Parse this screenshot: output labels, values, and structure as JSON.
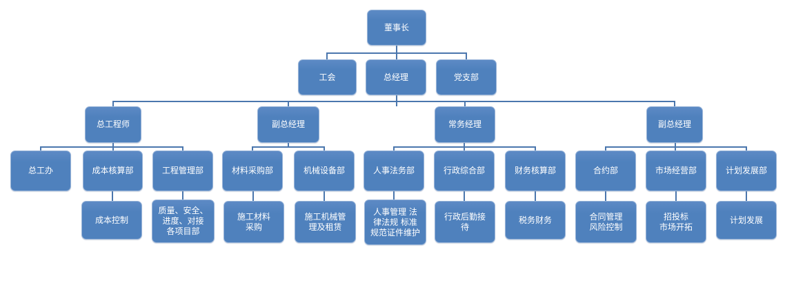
{
  "diagram_type": "org-chart",
  "colors": {
    "node_fill": "#4f81bd",
    "node_fill_light": "#5d8ac5",
    "node_border": "#9ab5d9",
    "node_text": "#ffffff",
    "connector": "#4a76ad",
    "background": "#ffffff"
  },
  "nodes": {
    "chairman": {
      "label": "董事长",
      "level": 1,
      "parent": null
    },
    "labor_union": {
      "label": "工会",
      "level": 2,
      "parent": "chairman"
    },
    "general_manager": {
      "label": "总经理",
      "level": 2,
      "parent": "chairman"
    },
    "party_branch": {
      "label": "党支部",
      "level": 2,
      "parent": "chairman"
    },
    "chief_engineer": {
      "label": "总工程师",
      "level": 3,
      "parent": "general_manager"
    },
    "deputy_gm_1": {
      "label": "副总经理",
      "level": 3,
      "parent": "general_manager"
    },
    "executive_manager": {
      "label": "常务经理",
      "level": 3,
      "parent": "general_manager"
    },
    "deputy_gm_2": {
      "label": "副总经理",
      "level": 3,
      "parent": "general_manager"
    },
    "chief_eng_office": {
      "label": "总工办",
      "level": 4,
      "parent": "chief_engineer"
    },
    "cost_accounting": {
      "label": "成本核算部",
      "level": 4,
      "parent": "chief_engineer"
    },
    "eng_management": {
      "label": "工程管理部",
      "level": 4,
      "parent": "chief_engineer"
    },
    "material_procurement": {
      "label": "材料采购部",
      "level": 4,
      "parent": "deputy_gm_1"
    },
    "machinery_equipment": {
      "label": "机械设备部",
      "level": 4,
      "parent": "deputy_gm_1"
    },
    "hr_legal": {
      "label": "人事法务部",
      "level": 4,
      "parent": "executive_manager"
    },
    "admin_comprehensive": {
      "label": "行政综合部",
      "level": 4,
      "parent": "executive_manager"
    },
    "finance_accounting": {
      "label": "财务核算部",
      "level": 4,
      "parent": "executive_manager"
    },
    "contract": {
      "label": "合约部",
      "level": 4,
      "parent": "deputy_gm_2"
    },
    "market_operation": {
      "label": "市场经营部",
      "level": 4,
      "parent": "deputy_gm_2"
    },
    "planning_development": {
      "label": "计划发展部",
      "level": 4,
      "parent": "deputy_gm_2"
    },
    "cost_control": {
      "label": "成本控制",
      "level": 5,
      "parent": "cost_accounting"
    },
    "quality_safety": {
      "label": "质量、安全、\n进度、对接\n各项目部",
      "level": 5,
      "parent": "eng_management"
    },
    "construction_material": {
      "label": "施工材料\n采购",
      "level": 5,
      "parent": "material_procurement"
    },
    "machinery_mgmt": {
      "label": "施工机械管\n理及租赁",
      "level": 5,
      "parent": "machinery_equipment"
    },
    "hr_detail": {
      "label": "人事管理 法\n律法规 标准\n规范证件维护",
      "level": 5,
      "parent": "hr_legal"
    },
    "admin_logistics": {
      "label": "行政后勤接\n待",
      "level": 5,
      "parent": "admin_comprehensive"
    },
    "tax_finance": {
      "label": "税务财务",
      "level": 5,
      "parent": "finance_accounting"
    },
    "contract_mgmt": {
      "label": "合同管理\n风险控制",
      "level": 5,
      "parent": "contract"
    },
    "bidding": {
      "label": "招投标\n市场开拓",
      "level": 5,
      "parent": "market_operation"
    },
    "plan_dev": {
      "label": "计划发展",
      "level": 5,
      "parent": "planning_development"
    }
  }
}
